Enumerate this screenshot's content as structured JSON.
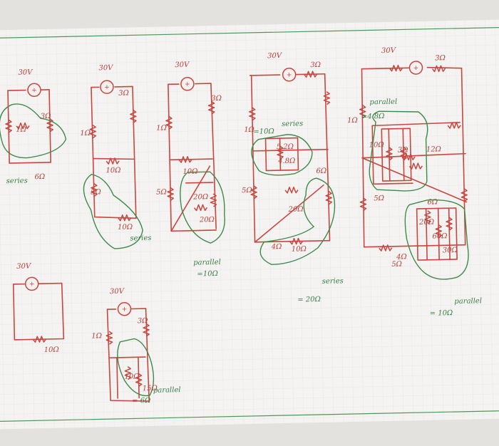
{
  "labels": [
    {
      "id": "c1-source",
      "text": "30V",
      "color": "red"
    },
    {
      "id": "c1-r3",
      "text": "3Ω",
      "color": "red"
    },
    {
      "id": "c1-r1",
      "text": "1Ω",
      "color": "red"
    },
    {
      "id": "c1-r5",
      "text": "5Ω",
      "color": "red"
    },
    {
      "id": "c1-r5b",
      "text": "5Ω",
      "color": "red"
    },
    {
      "id": "c1-r6",
      "text": "6Ω",
      "color": "red"
    },
    {
      "id": "c1-r3b",
      "text": "3Ω",
      "color": "red"
    },
    {
      "id": "c1-r12",
      "text": "12Ω",
      "color": "red"
    },
    {
      "id": "c1-r20",
      "text": "20Ω",
      "color": "red"
    },
    {
      "id": "c1-r60",
      "text": "60Ω",
      "color": "red"
    },
    {
      "id": "c1-r30",
      "text": "30Ω",
      "color": "red"
    },
    {
      "id": "c1-r4",
      "text": "4Ω",
      "color": "red"
    },
    {
      "id": "c1-r10",
      "text": "10Ω",
      "color": "red"
    },
    {
      "id": "c1-par-a",
      "text": "parallel",
      "color": "green"
    },
    {
      "id": "c1-par-a-val",
      "text": "=4.8Ω",
      "color": "green"
    },
    {
      "id": "c1-par-b",
      "text": "parallel",
      "color": "green"
    },
    {
      "id": "c1-par-b-val",
      "text": "= 10Ω",
      "color": "green"
    },
    {
      "id": "c2-source",
      "text": "30V",
      "color": "red"
    },
    {
      "id": "c2-r3",
      "text": "3Ω",
      "color": "red"
    },
    {
      "id": "c2-r1",
      "text": "1Ω",
      "color": "red"
    },
    {
      "id": "c2-r52",
      "text": "5.2Ω",
      "color": "red"
    },
    {
      "id": "c2-r48",
      "text": "4.8Ω",
      "color": "red"
    },
    {
      "id": "c2-r5",
      "text": "5Ω",
      "color": "red"
    },
    {
      "id": "c2-r6",
      "text": "6Ω",
      "color": "red"
    },
    {
      "id": "c2-r20",
      "text": "20Ω",
      "color": "red"
    },
    {
      "id": "c2-r10",
      "text": "10Ω",
      "color": "red"
    },
    {
      "id": "c2-r4",
      "text": "4Ω",
      "color": "red"
    },
    {
      "id": "c2-series",
      "text": "series",
      "color": "green"
    },
    {
      "id": "c2-series-val",
      "text": "=10Ω",
      "color": "green"
    },
    {
      "id": "c2-series2",
      "text": "series",
      "color": "green"
    },
    {
      "id": "c2-series2-val",
      "text": "= 20Ω",
      "color": "green"
    },
    {
      "id": "c3-source",
      "text": "30V",
      "color": "red"
    },
    {
      "id": "c3-r3",
      "text": "3Ω",
      "color": "red"
    },
    {
      "id": "c3-r1",
      "text": "1Ω",
      "color": "red"
    },
    {
      "id": "c3-r10",
      "text": "10Ω",
      "color": "red"
    },
    {
      "id": "c3-r5",
      "text": "5Ω",
      "color": "red"
    },
    {
      "id": "c3-r20",
      "text": "20Ω",
      "color": "red"
    },
    {
      "id": "c3-r20b",
      "text": "20Ω",
      "color": "red"
    },
    {
      "id": "c3-par",
      "text": "parallel",
      "color": "green"
    },
    {
      "id": "c3-par-val",
      "text": "=10Ω",
      "color": "green"
    },
    {
      "id": "c4-source",
      "text": "30V",
      "color": "red"
    },
    {
      "id": "c4-r3",
      "text": "3Ω",
      "color": "red"
    },
    {
      "id": "c4-r1",
      "text": "1Ω",
      "color": "red"
    },
    {
      "id": "c4-r10",
      "text": "10Ω",
      "color": "red"
    },
    {
      "id": "c4-r5",
      "text": "5Ω",
      "color": "red"
    },
    {
      "id": "c4-r10b",
      "text": "10Ω",
      "color": "red"
    },
    {
      "id": "c4-series",
      "text": "series",
      "color": "green"
    },
    {
      "id": "c5-source",
      "text": "30V",
      "color": "red"
    },
    {
      "id": "c5-r3",
      "text": "3Ω",
      "color": "red"
    },
    {
      "id": "c5-r1",
      "text": "1Ω",
      "color": "red"
    },
    {
      "id": "c5-r6",
      "text": "6Ω",
      "color": "red"
    },
    {
      "id": "c5-series",
      "text": "series",
      "color": "green"
    },
    {
      "id": "c6-source",
      "text": "30V",
      "color": "red"
    },
    {
      "id": "c6-r3",
      "text": "3Ω",
      "color": "red"
    },
    {
      "id": "c6-r1",
      "text": "1Ω",
      "color": "red"
    },
    {
      "id": "c6-r10",
      "text": "10Ω",
      "color": "red"
    },
    {
      "id": "c6-r15",
      "text": "15Ω",
      "color": "red"
    },
    {
      "id": "c6-par",
      "text": "parallel",
      "color": "green"
    },
    {
      "id": "c6-par-val",
      "text": "= 6Ω",
      "color": "green"
    },
    {
      "id": "c7-source",
      "text": "30V",
      "color": "red"
    },
    {
      "id": "c7-r10",
      "text": "10Ω",
      "color": "red"
    }
  ],
  "colors": {
    "red_ink": "#c9463f",
    "green_ink": "#3f8a4a",
    "grid": "#b9c9df",
    "margin_line": "#4b9a57"
  },
  "source_symbol": "+"
}
